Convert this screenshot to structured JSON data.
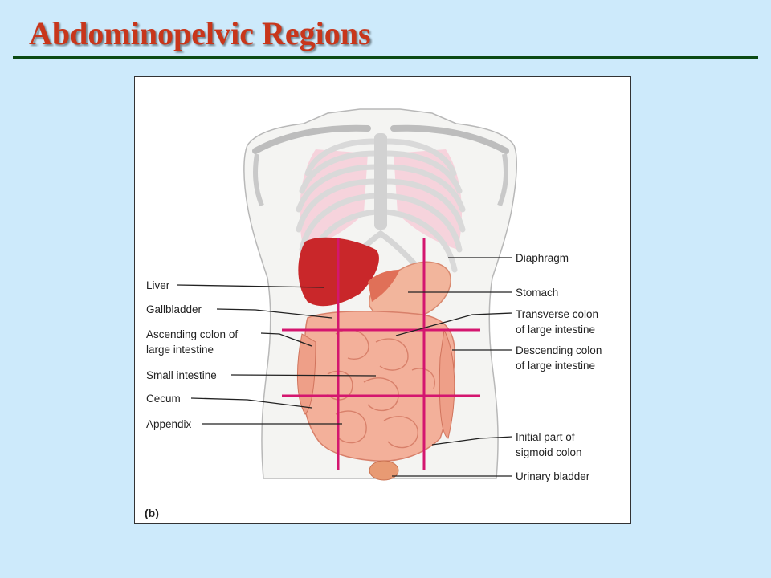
{
  "slide": {
    "title": "Abdominopelvic Regions"
  },
  "figure": {
    "panel_label": "(b)",
    "labels": {
      "liver": "Liver",
      "gallbladder": "Gallbladder",
      "ascending_1": "Ascending colon of",
      "ascending_2": "large intestine",
      "small_intestine": "Small intestine",
      "cecum": "Cecum",
      "appendix": "Appendix",
      "diaphragm": "Diaphragm",
      "stomach": "Stomach",
      "transverse_1": "Transverse colon",
      "transverse_2": "of large intestine",
      "descending_1": "Descending colon",
      "descending_2": "of large intestine",
      "sigmoid_1": "Initial part of",
      "sigmoid_2": "sigmoid colon",
      "bladder": "Urinary bladder"
    }
  },
  "colors": {
    "title": "#c8361b",
    "rule": "#0b4a14",
    "background": "#cdeafb",
    "region_lines": "#d4166f"
  }
}
